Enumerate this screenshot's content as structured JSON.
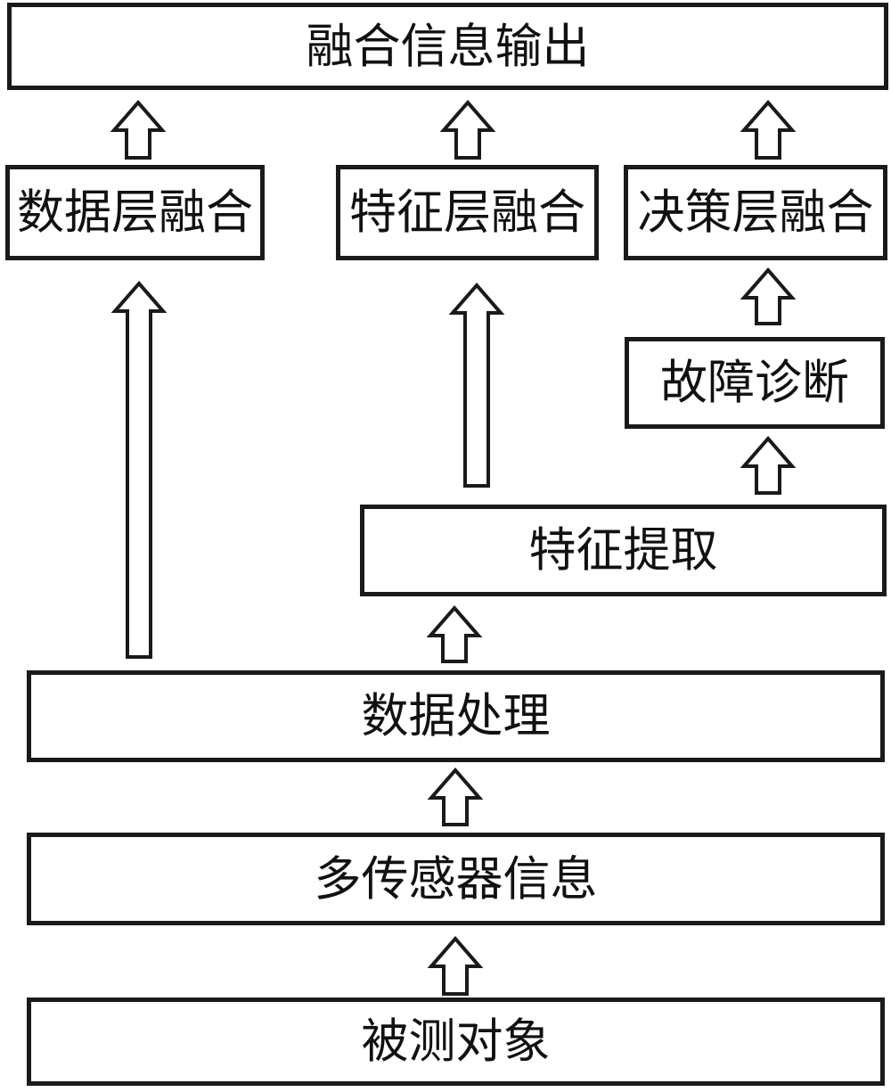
{
  "diagram": {
    "background_color": "#ffffff",
    "line_color": "#1a1a1a",
    "text_color": "#111111"
  },
  "nodes": {
    "output": {
      "label": "融合信息输出"
    },
    "data_layer_fusion": {
      "label": "数据层融合"
    },
    "feature_layer_fusion": {
      "label": "特征层融合"
    },
    "decision_layer_fusion": {
      "label": "决策层融合"
    },
    "fault_diagnosis": {
      "label": "故障诊断"
    },
    "feature_extraction": {
      "label": "特征提取"
    },
    "data_processing": {
      "label": "数据处理"
    },
    "multisensor_info": {
      "label": "多传感器信息"
    },
    "measured_object": {
      "label": "被测对象"
    }
  },
  "edges": [
    {
      "from": "measured_object",
      "to": "multisensor_info"
    },
    {
      "from": "multisensor_info",
      "to": "data_processing"
    },
    {
      "from": "data_processing",
      "to": "feature_extraction"
    },
    {
      "from": "data_processing",
      "to": "data_layer_fusion"
    },
    {
      "from": "feature_extraction",
      "to": "fault_diagnosis"
    },
    {
      "from": "feature_extraction",
      "to": "feature_layer_fusion"
    },
    {
      "from": "fault_diagnosis",
      "to": "decision_layer_fusion"
    },
    {
      "from": "data_layer_fusion",
      "to": "output"
    },
    {
      "from": "feature_layer_fusion",
      "to": "output"
    },
    {
      "from": "decision_layer_fusion",
      "to": "output"
    }
  ]
}
